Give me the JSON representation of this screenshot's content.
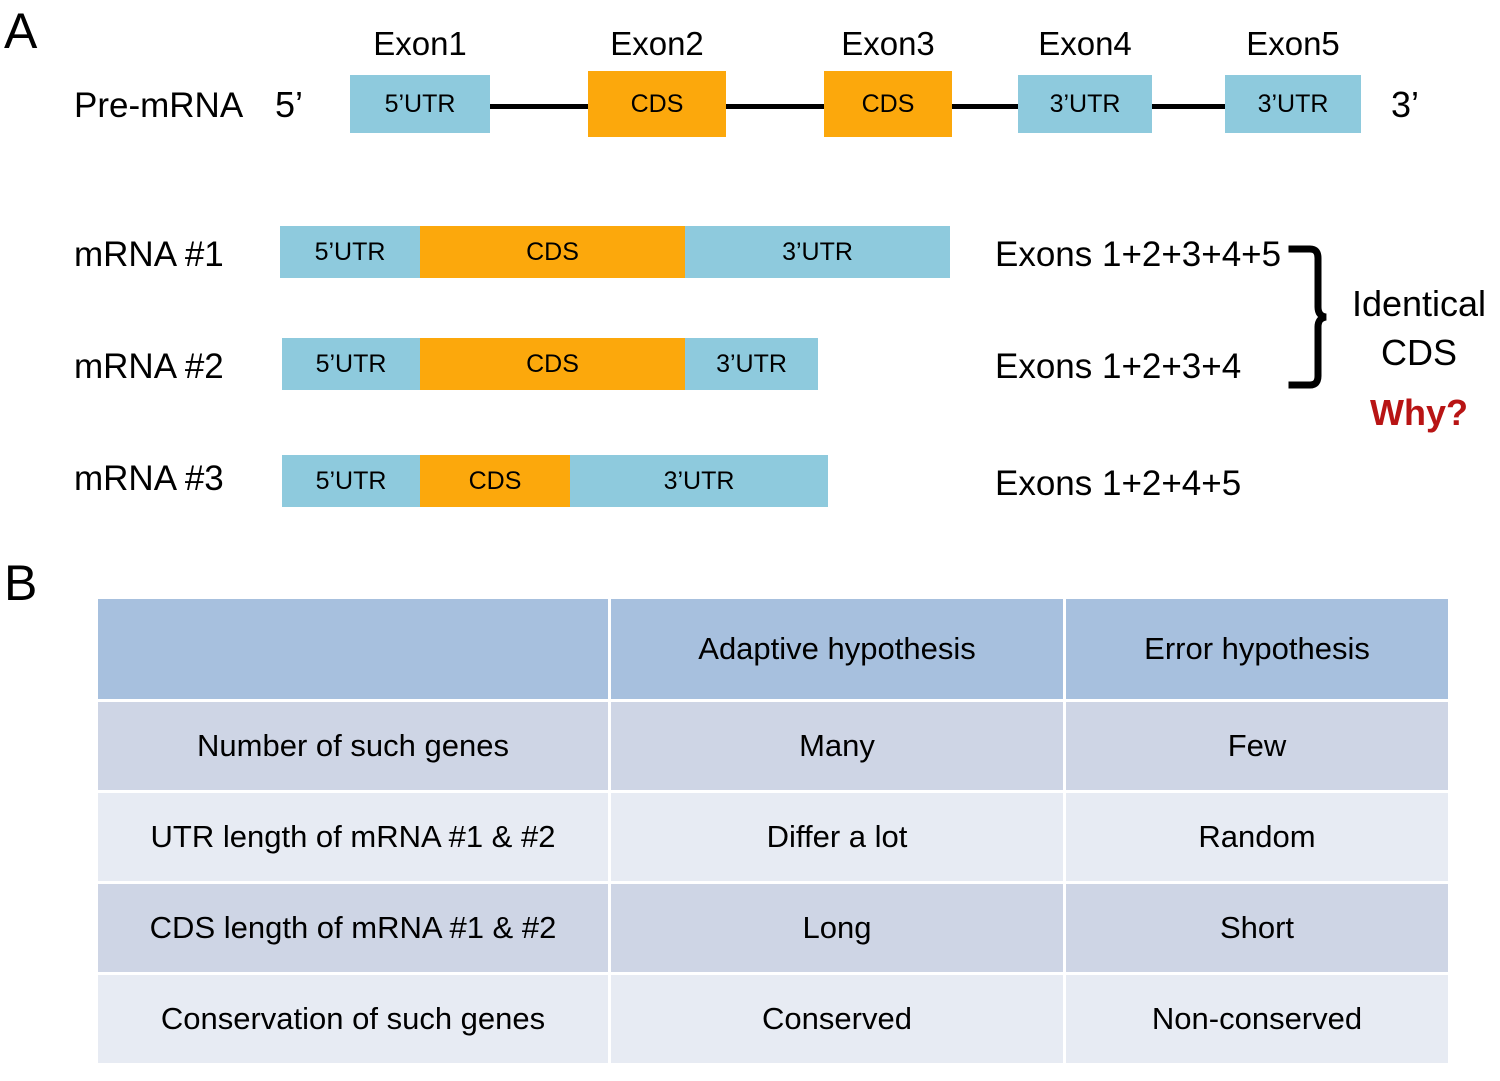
{
  "panels": {
    "a_label": "A",
    "b_label": "B"
  },
  "pre_mrna": {
    "row_label": "Pre-mRNA",
    "five_prime": "5’",
    "three_prime": "3’",
    "exons": [
      {
        "caption": "Exon1",
        "segment": "5’UTR",
        "type": "utr"
      },
      {
        "caption": "Exon2",
        "segment": "CDS",
        "type": "cds"
      },
      {
        "caption": "Exon3",
        "segment": "CDS",
        "type": "cds"
      },
      {
        "caption": "Exon4",
        "segment": "3’UTR",
        "type": "utr"
      },
      {
        "caption": "Exon5",
        "segment": "3’UTR",
        "type": "utr"
      }
    ]
  },
  "isoforms": [
    {
      "row_label": "mRNA #1",
      "exon_list": "Exons 1+2+3+4+5",
      "segments": [
        {
          "label": "5’UTR",
          "type": "utr"
        },
        {
          "label": "CDS",
          "type": "cds"
        },
        {
          "label": "3’UTR",
          "type": "utr"
        }
      ]
    },
    {
      "row_label": "mRNA #2",
      "exon_list": "Exons 1+2+3+4",
      "segments": [
        {
          "label": "5’UTR",
          "type": "utr"
        },
        {
          "label": "CDS",
          "type": "cds"
        },
        {
          "label": "3’UTR",
          "type": "utr"
        }
      ]
    },
    {
      "row_label": "mRNA #3",
      "exon_list": "Exons 1+2+4+5",
      "segments": [
        {
          "label": "5’UTR",
          "type": "utr"
        },
        {
          "label": "CDS",
          "type": "cds"
        },
        {
          "label": "3’UTR",
          "type": "utr"
        }
      ]
    }
  ],
  "annotations": {
    "identical_cds_line1": "Identical",
    "identical_cds_line2": "CDS",
    "why": "Why?"
  },
  "table": {
    "headers": [
      "",
      "Adaptive hypothesis",
      "Error hypothesis"
    ],
    "rows": [
      {
        "label": "Number of such genes",
        "adaptive": "Many",
        "error": "Few"
      },
      {
        "label": "UTR length of mRNA #1 & #2",
        "adaptive": "Differ a lot",
        "error": "Random"
      },
      {
        "label": "CDS length of mRNA #1 & #2",
        "adaptive": "Long",
        "error": "Short"
      },
      {
        "label": "Conservation of such genes",
        "adaptive": "Conserved",
        "error": "Non-conserved"
      }
    ]
  },
  "colors": {
    "utr": "#8ecadd",
    "cds": "#fca80c",
    "table_header": "#a7c0de",
    "table_row_dark": "#ced5e5",
    "table_row_light": "#e7ebf3",
    "why_red": "#b81414",
    "line": "#000000"
  }
}
